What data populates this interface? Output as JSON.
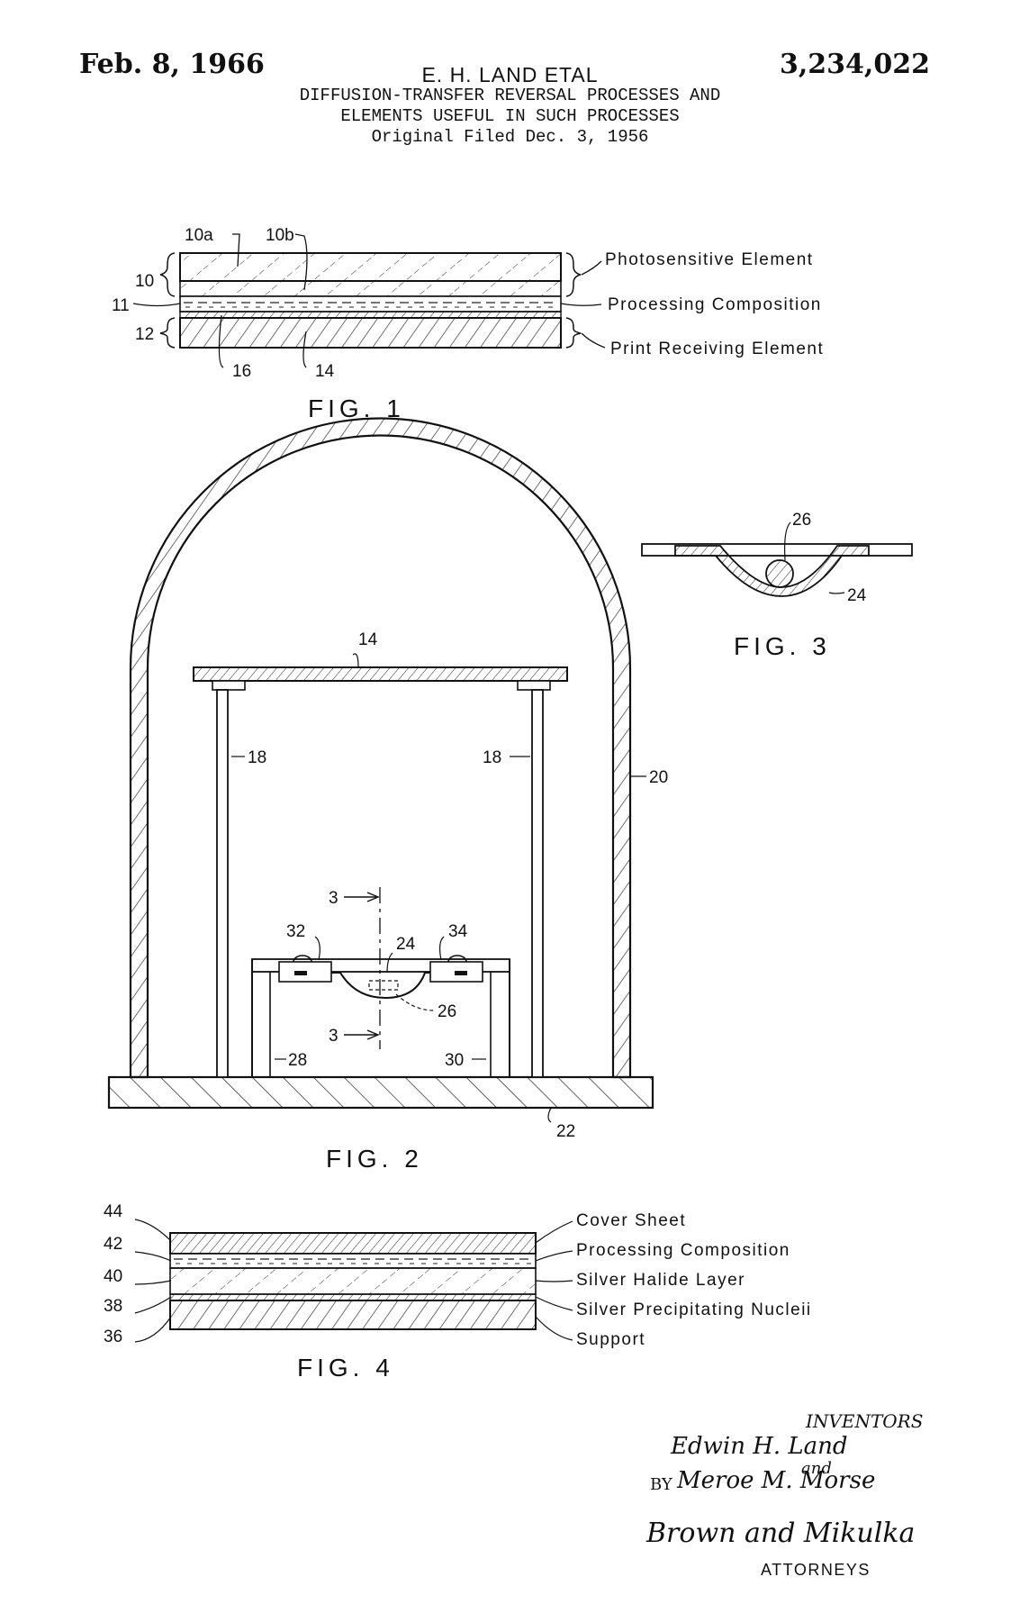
{
  "header": {
    "date": "Feb. 8, 1966",
    "inventor": "E. H. LAND ETAL",
    "patent_number": "3,234,022",
    "title_line1": "DIFFUSION-TRANSFER REVERSAL PROCESSES AND",
    "title_line2": "ELEMENTS USEFUL IN SUCH PROCESSES",
    "filed": "Original Filed Dec. 3, 1956"
  },
  "fig1": {
    "caption": "FIG. 1",
    "labels": {
      "photosensitive": "Photosensitive Element",
      "processing": "Processing Composition",
      "receiving": "Print Receiving Element"
    },
    "refs": {
      "r10a": "10a",
      "r10b": "10b",
      "r10": "10",
      "r11": "11",
      "r12": "12",
      "r16": "16",
      "r14": "14"
    }
  },
  "fig2": {
    "caption": "FIG. 2",
    "refs": {
      "r14": "14",
      "r18_left": "18",
      "r18_right": "18",
      "r20": "20",
      "r22": "22",
      "r24": "24",
      "r26": "26",
      "r28": "28",
      "r30": "30",
      "r32": "32",
      "r34": "34",
      "sec_top": "3",
      "sec_bottom": "3"
    }
  },
  "fig3": {
    "caption": "FIG. 3",
    "refs": {
      "r26": "26",
      "r24": "24"
    }
  },
  "fig4": {
    "caption": "FIG. 4",
    "labels": {
      "cover": "Cover Sheet",
      "processing": "Processing Composition",
      "silver_halide": "Silver Halide Layer",
      "nuclei": "Silver Precipitating Nucleii",
      "support": "Support"
    },
    "refs": {
      "r44": "44",
      "r42": "42",
      "r40": "40",
      "r38": "38",
      "r36": "36"
    }
  },
  "signature": {
    "inventors_label": "INVENTORS",
    "inventor1": "Edwin H. Land",
    "and": "and",
    "by": "BY",
    "inventor2": "Meroe M. Morse",
    "attorney_signature": "Brown and Mikulka",
    "attorneys_label": "ATTORNEYS"
  }
}
